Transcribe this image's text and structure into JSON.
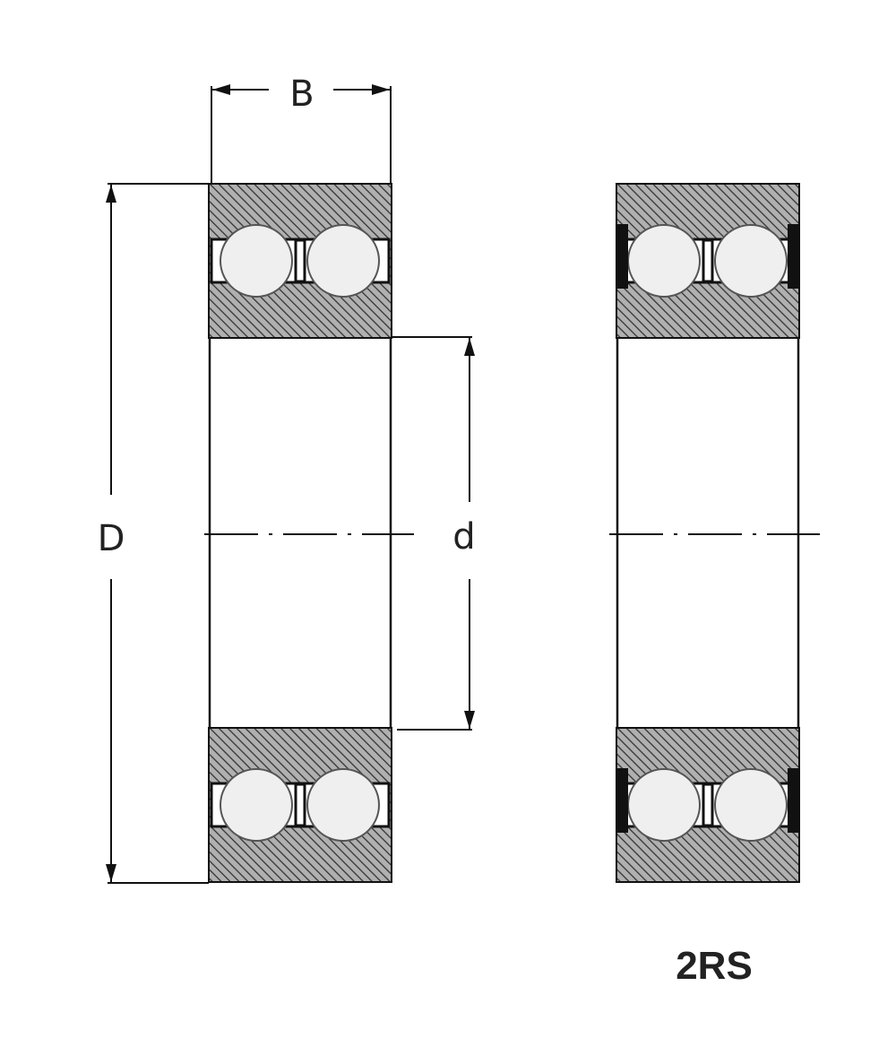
{
  "labels": {
    "width_dim": "B",
    "outer_dim": "D",
    "bore_dim": "d",
    "variant": "2RS"
  },
  "colors": {
    "line": "#111111",
    "hatch_bg": "#a8a8a8",
    "ball": "#efefef"
  }
}
